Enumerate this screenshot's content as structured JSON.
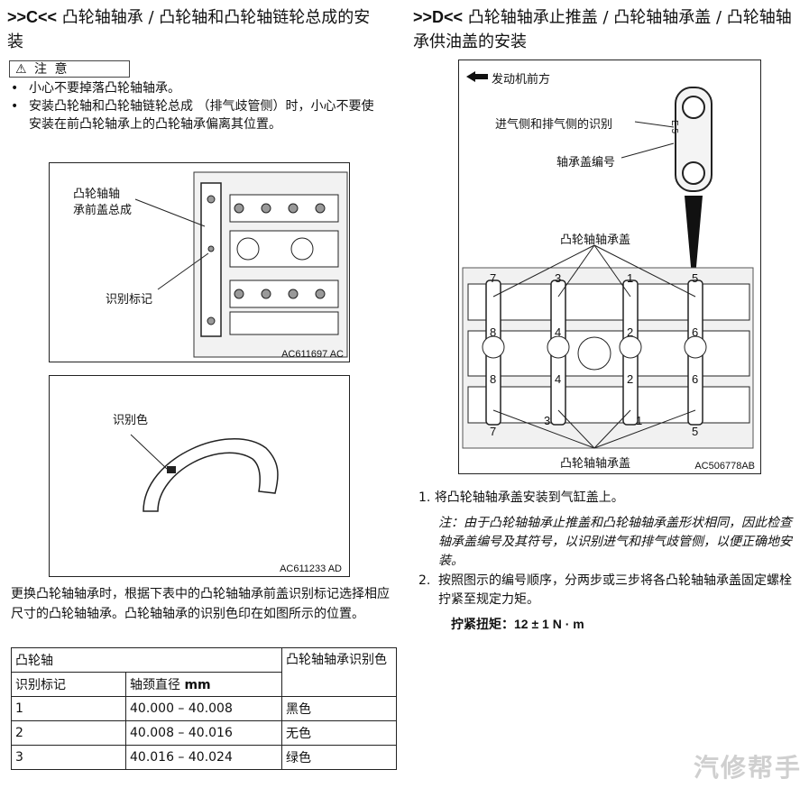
{
  "left": {
    "heading_code": ">>C<<",
    "heading_text": " 凸轮轴轴承 / 凸轮轴和凸轮轴链轮总成的安装",
    "caution_label": "⚠   注 意",
    "bullets": [
      "小心不要掉落凸轮轴轴承。",
      "安装凸轮轴和凸轮轴链轮总成 （排气歧管侧）时，小心不要使安装在前凸轮轴承上的凸轮轴承偏离其位置。"
    ],
    "fig1": {
      "label_top_line1": "凸轮轴轴",
      "label_top_line2": "承前盖总成",
      "label_mid": "识别标记",
      "code": "AC611697 AC"
    },
    "fig2": {
      "label": "识别色",
      "code": "AC611233 AD"
    },
    "paragraph": "更换凸轮轴轴承时，根据下表中的凸轮轴轴承前盖识别标记选择相应尺寸的凸轮轴轴承。凸轮轴轴承的识别色印在如图所示的位置。",
    "table": {
      "header_group": "凸轮轴",
      "header_color": "凸轮轴轴承识别色",
      "col1": "识别标记",
      "col2_prefix": "轴颈直径 ",
      "col2_unit": "mm",
      "rows": [
        {
          "mark": "1",
          "dia": "40.000 – 40.008",
          "color": "黑色"
        },
        {
          "mark": "2",
          "dia": "40.008 – 40.016",
          "color": "无色"
        },
        {
          "mark": "3",
          "dia": "40.016 – 40.024",
          "color": "绿色"
        }
      ]
    }
  },
  "right": {
    "heading_code": ">>D<<",
    "heading_text": " 凸轮轴轴承止推盖 / 凸轮轴轴承盖 / 凸轮轴轴承供油盖的安装",
    "fig": {
      "front_label": "发动机前方",
      "label_intake": "进气侧和排气侧的识别",
      "label_capnum": "轴承盖编号",
      "label_caps_top": "凸轮轴轴承盖",
      "label_caps_bottom": "凸轮轴轴承盖",
      "code": "AC506778AB",
      "cap_mark_e": "E",
      "cap_mark_5": "5",
      "numbers_top": [
        "7",
        "3",
        "1",
        "5"
      ],
      "numbers_row2": [
        "8",
        "4",
        "2",
        "6"
      ],
      "numbers_row3": [
        "8",
        "4",
        "2",
        "6"
      ],
      "numbers_bottom": [
        "7",
        "3",
        "1",
        "5"
      ]
    },
    "steps": [
      {
        "n": "1.",
        "text": "将凸轮轴轴承盖安装到气缸盖上。"
      },
      {
        "n": "2.",
        "text": "按照图示的编号顺序，分两步或三步将各凸轮轴轴承盖固定螺栓拧紧至规定力矩。"
      }
    ],
    "note": "注：由于凸轮轴轴承止推盖和凸轮轴轴承盖形状相同，因此检查轴承盖编号及其符号，以识别进气和排气歧管侧，以便正确地安装。",
    "torque_label": "拧紧扭矩：",
    "torque_value": "12 ± 1 N · m"
  },
  "watermark": "汽修帮手"
}
